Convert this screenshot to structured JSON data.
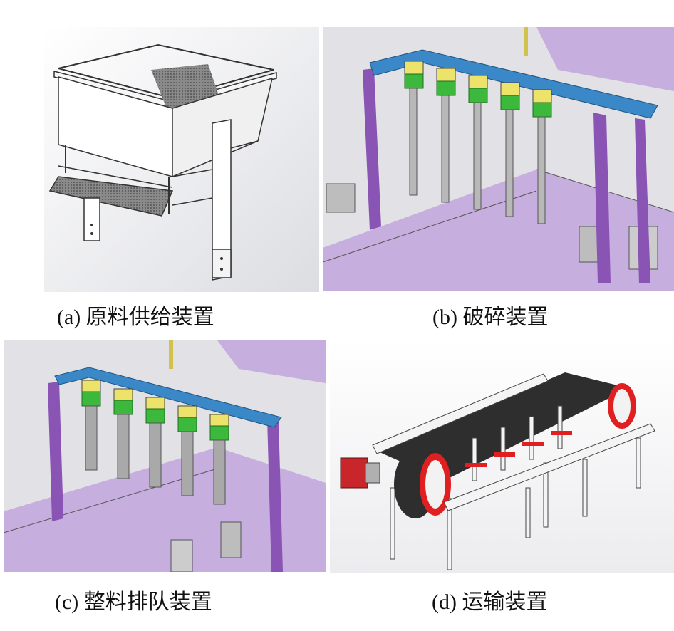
{
  "figure": {
    "panels": [
      {
        "id": "a",
        "caption": "(a) 原料供给装置"
      },
      {
        "id": "b",
        "caption": "(b) 破碎装置"
      },
      {
        "id": "c",
        "caption": "(c) 整料排队装置"
      },
      {
        "id": "d",
        "caption": "(d) 运输装置"
      }
    ]
  },
  "colors": {
    "background_grey": "#e6e6ea",
    "conveyor_purple": "#c6aede",
    "frame_purple": "#8a54b4",
    "block_blue": "#3a88c8",
    "block_green": "#3cb83c",
    "block_yellow": "#eee36a",
    "belt_black": "#2e2e2e",
    "drum_red": "#e02020",
    "frame_white": "#f4f4f4"
  }
}
